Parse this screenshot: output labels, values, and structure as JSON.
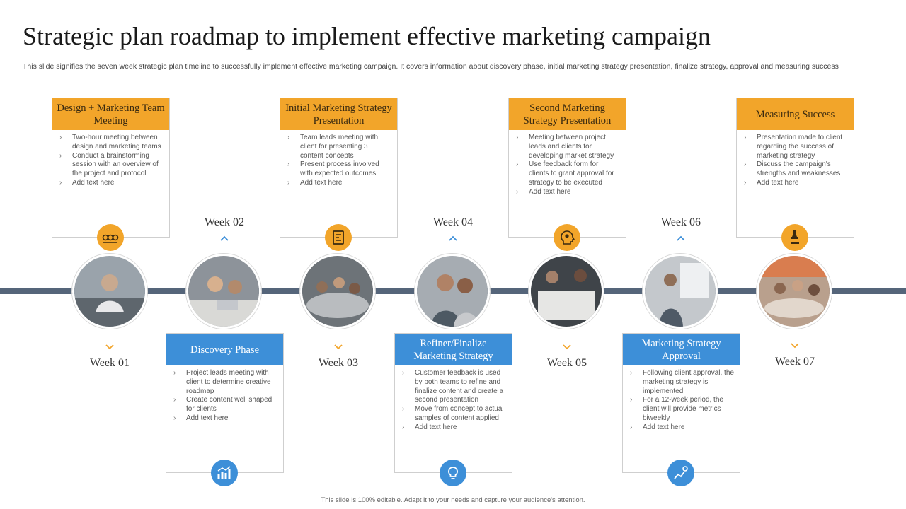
{
  "title": "Strategic plan roadmap to implement effective marketing campaign",
  "subtitle": "This slide signifies the seven week strategic plan timeline to successfully implement effective marketing campaign. It covers information about discovery phase, initial marketing strategy presentation, finalize strategy, approval and measuring success",
  "footer": "This slide is 100% editable. Adapt it to your needs and capture your audience's attention.",
  "colors": {
    "accent_orange": "#f2a52a",
    "accent_blue": "#3d8fd8",
    "timeline": "#55657a"
  },
  "steps": [
    {
      "week": "Week 01",
      "title": "Design + Marketing Team Meeting",
      "bullets": [
        "Two-hour meeting between design and marketing teams",
        "Conduct a brainstorming session with an overview of the project and protocol",
        "Add text here"
      ],
      "icon": "team-meeting-icon"
    },
    {
      "week": "Week 02",
      "title": "Discovery Phase",
      "bullets": [
        "Project leads meeting with client to determine creative roadmap",
        "Create content well shaped for clients",
        "Add text here"
      ],
      "icon": "bar-chart-icon"
    },
    {
      "week": "Week 03",
      "title": "Initial Marketing Strategy Presentation",
      "bullets": [
        "Team leads meeting with client for presenting 3 content concepts",
        "Present process involved with expected outcomes",
        "Add text here"
      ],
      "icon": "strategy-board-icon"
    },
    {
      "week": "Week 04",
      "title": "Refiner/Finalize Marketing Strategy",
      "bullets": [
        "Customer feedback is used by both teams to refine and finalize content and create a second presentation",
        "Move from concept to actual samples of content applied",
        "Add text here"
      ],
      "icon": "lightbulb-icon"
    },
    {
      "week": "Week 05",
      "title": "Second Marketing Strategy Presentation",
      "bullets": [
        "Meeting between project leads and clients for developing market strategy",
        "Use feedback form for clients to grant approval for strategy to be executed",
        "Add text here"
      ],
      "icon": "head-gear-icon"
    },
    {
      "week": "Week 06",
      "title": "Marketing Strategy Approval",
      "bullets": [
        "Following client approval, the marketing strategy is implemented",
        "For a 12-week period, the client will provide metrics biweekly",
        "Add text here"
      ],
      "icon": "growth-idea-icon"
    },
    {
      "week": "Week 07",
      "title": "Measuring Success",
      "bullets": [
        "Presentation made to client regarding the success of marketing strategy",
        "Discuss the campaign's strengths and weaknesses",
        "Add text here"
      ],
      "icon": "chess-strategy-icon"
    }
  ]
}
